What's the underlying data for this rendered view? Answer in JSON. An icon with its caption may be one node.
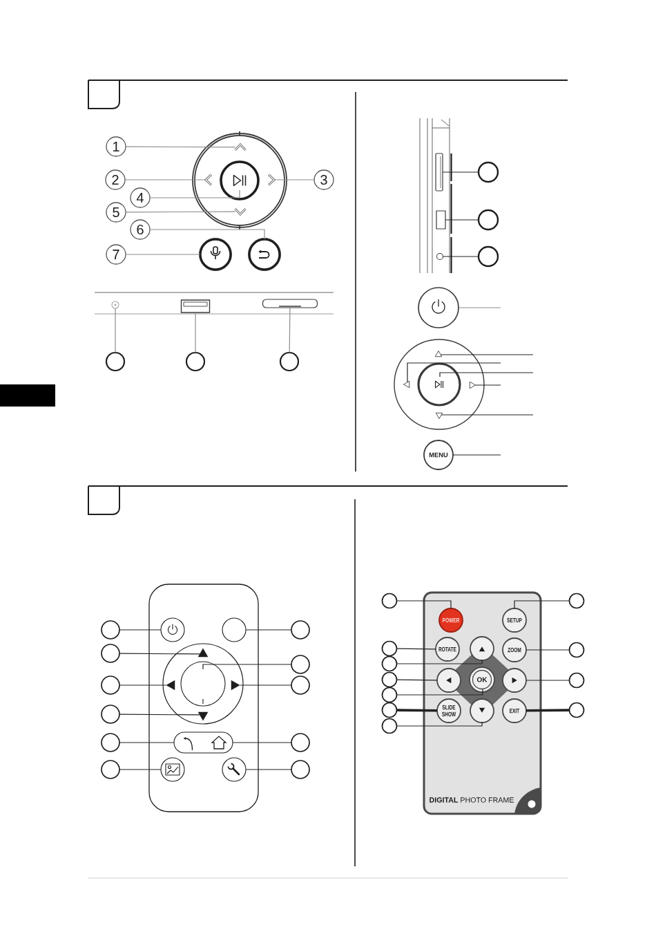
{
  "diagram": {
    "nodes": [
      {
        "text": [
          "1"
        ]
      },
      {
        "text": [
          "2"
        ]
      },
      {
        "text": [
          "3"
        ]
      },
      {
        "text": [
          "4"
        ]
      },
      {
        "text": [
          "5"
        ]
      },
      {
        "text": [
          "6"
        ]
      },
      {
        "text": [
          "7"
        ]
      },
      {
        "text": [],
        "shape": "chevron"
      },
      {
        "text": [],
        "shape": "chevron"
      },
      {
        "text": [],
        "shape": "chevron"
      },
      {
        "text": [],
        "shape": "circle"
      },
      {
        "text": [],
        "shape": "chevron"
      },
      {
        "text": [],
        "shape": "circle"
      },
      {
        "text": [],
        "shape": "circle"
      },
      {
        "text": [],
        "shape": "circle"
      },
      {
        "text": [],
        "shape": "box"
      },
      {
        "text": [],
        "shape": "bar"
      },
      {
        "text": [],
        "shape": "circle"
      },
      {
        "text": [],
        "shape": "circle"
      },
      {
        "text": [],
        "shape": "circle"
      },
      {
        "text": [],
        "shape": "bar"
      },
      {
        "text": [],
        "shape": "circle"
      },
      {
        "text": [],
        "shape": "box"
      },
      {
        "text": [],
        "shape": "circle"
      },
      {
        "text": [],
        "shape": "circle"
      },
      {
        "text": [],
        "shape": "circle"
      },
      {
        "text": [],
        "shape": "circle"
      },
      {
        "text": [],
        "shape": "triangle"
      },
      {
        "text": [],
        "shape": "triangle"
      },
      {
        "text": [],
        "shape": "circle"
      },
      {
        "text": [],
        "shape": "triangle"
      },
      {
        "text": [],
        "shape": "triangle"
      },
      {
        "text": [
          "MENU"
        ]
      },
      {
        "text": [],
        "shape": "box"
      },
      {
        "text": [],
        "shape": "circle"
      },
      {
        "text": [],
        "shape": "circle",
        "in": 33
      },
      {
        "text": [],
        "shape": "circle",
        "in": 33
      },
      {
        "text": [],
        "shape": "circle"
      },
      {
        "text": [],
        "shape": "circle"
      },
      {
        "text": [],
        "shape": "triangle",
        "in": 33
      },
      {
        "text": [],
        "shape": "circle",
        "in": 33
      },
      {
        "text": [],
        "shape": "circle"
      },
      {
        "text": [],
        "shape": "circle"
      },
      {
        "text": [],
        "shape": "triangle",
        "in": 33
      },
      {
        "text": [],
        "shape": "triangle",
        "in": 33
      },
      {
        "text": [],
        "shape": "circle"
      },
      {
        "text": [],
        "shape": "circle"
      },
      {
        "text": [],
        "shape": "triangle",
        "in": 33
      },
      {
        "text": [],
        "shape": "circle"
      },
      {
        "text": [],
        "shape": "box",
        "in": 33
      },
      {
        "text": [],
        "shape": "circle"
      },
      {
        "text": [],
        "shape": "circle"
      },
      {
        "text": [],
        "shape": "circle",
        "in": 33
      },
      {
        "text": [],
        "shape": "circle",
        "in": 33
      },
      {
        "text": [],
        "shape": "circle"
      },
      {
        "text": [
          "**DIGITAL** PHOTO FRAME"
        ]
      },
      {
        "text": [],
        "shape": "circle"
      },
      {
        "text": [
          "POWER"
        ],
        "in": 55
      },
      {
        "text": [
          "SETUP"
        ],
        "in": 55
      },
      {
        "text": [],
        "shape": "circle"
      },
      {
        "text": [],
        "shape": "circle"
      },
      {
        "text": [
          "ROTATE"
        ],
        "in": 55
      },
      {
        "text": [],
        "shape": "circle",
        "in": 55
      },
      {
        "text": [
          "ZOOM"
        ],
        "in": 55
      },
      {
        "text": [],
        "shape": "circle"
      },
      {
        "text": [],
        "shape": "circle"
      },
      {
        "text": [],
        "shape": "circle"
      },
      {
        "text": [],
        "shape": "circle",
        "in": 55
      },
      {
        "text": [
          "OK"
        ],
        "in": 55
      },
      {
        "text": [],
        "shape": "circle",
        "in": 55
      },
      {
        "text": [],
        "shape": "circle"
      },
      {
        "text": [],
        "shape": "circle"
      },
      {
        "text": [],
        "shape": "circle"
      },
      {
        "text": [
          "SLIDE SHOW"
        ],
        "in": 55
      },
      {
        "text": [],
        "shape": "circle",
        "in": 55
      },
      {
        "text": [
          "EXIT"
        ],
        "in": 55
      },
      {
        "text": [],
        "shape": "circle"
      },
      {
        "text": [],
        "shape": "circle"
      }
    ],
    "edges": [
      {
        "from": 0,
        "to": 7,
        "arrow": "none",
        "color": "#8c8c8c"
      },
      {
        "from": 1,
        "to": 8,
        "arrow": "none",
        "color": "#8c8c8c"
      },
      {
        "from": 2,
        "to": 9,
        "arrow": "none",
        "color": "#8c8c8c"
      },
      {
        "from": 3,
        "to": 10,
        "arrow": "none",
        "color": "#8c8c8c"
      },
      {
        "from": 4,
        "to": 11,
        "arrow": "none",
        "color": "#8c8c8c"
      },
      {
        "from": 5,
        "to": 12,
        "arrow": "none",
        "color": "#8c8c8c"
      },
      {
        "from": 6,
        "to": 13,
        "arrow": "none",
        "color": "#8c8c8c"
      },
      {
        "from": 17,
        "to": 14,
        "arrow": "none",
        "color": "#8c8c8c"
      },
      {
        "from": 18,
        "to": 15,
        "arrow": "none",
        "color": "#8c8c8c"
      },
      {
        "from": 19,
        "to": 16,
        "arrow": "none",
        "color": "#8c8c8c"
      },
      {
        "from": 21,
        "to": 20,
        "arrow": "none"
      },
      {
        "from": 23,
        "to": 22,
        "arrow": "none"
      },
      {
        "from": 25,
        "to": 24,
        "arrow": "none"
      },
      {
        "from": 26,
        "to": null,
        "arrow": "none",
        "color": "#8c8c8c"
      },
      {
        "from": 27,
        "to": null,
        "arrow": "none"
      },
      {
        "from": 28,
        "to": null,
        "arrow": "none"
      },
      {
        "from": 29,
        "to": null,
        "arrow": "none"
      },
      {
        "from": 30,
        "to": null,
        "arrow": "none"
      },
      {
        "from": 31,
        "to": null,
        "arrow": "none"
      },
      {
        "from": 32,
        "to": null,
        "arrow": "none"
      },
      {
        "from": 34,
        "to": 35,
        "arrow": "none"
      },
      {
        "from": 37,
        "to": 36,
        "arrow": "none"
      },
      {
        "from": 38,
        "to": 39,
        "arrow": "none"
      },
      {
        "from": 41,
        "to": 40,
        "arrow": "none"
      },
      {
        "from": 42,
        "to": 43,
        "arrow": "none"
      },
      {
        "from": 45,
        "to": 44,
        "arrow": "none"
      },
      {
        "from": 46,
        "to": 47,
        "arrow": "none"
      },
      {
        "from": 48,
        "to": 49,
        "arrow": "none"
      },
      {
        "from": 50,
        "to": 49,
        "arrow": "none"
      },
      {
        "from": 51,
        "to": 52,
        "arrow": "none"
      },
      {
        "from": 54,
        "to": 53,
        "arrow": "none"
      },
      {
        "from": 56,
        "to": 57,
        "arrow": "none"
      },
      {
        "from": 59,
        "to": 58,
        "arrow": "none"
      },
      {
        "from": 60,
        "to": 61,
        "arrow": "none"
      },
      {
        "from": 64,
        "to": 63,
        "arrow": "none"
      },
      {
        "from": 65,
        "to": 62,
        "arrow": "none"
      },
      {
        "from": 66,
        "to": 67,
        "arrow": "none"
      },
      {
        "from": 70,
        "to": 69,
        "arrow": "none"
      },
      {
        "from": 71,
        "to": 68,
        "arrow": "none"
      },
      {
        "from": 72,
        "to": 73,
        "arrow": "none",
        "style": "thick"
      },
      {
        "from": 76,
        "to": 75,
        "arrow": "none",
        "style": "thick"
      },
      {
        "from": 77,
        "to": 74,
        "arrow": "none"
      }
    ]
  }
}
